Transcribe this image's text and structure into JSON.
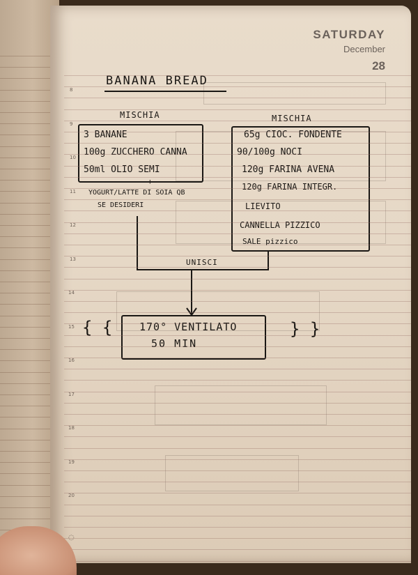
{
  "header": {
    "day": "SATURDAY",
    "month": "December",
    "date": "28"
  },
  "hours": [
    "8",
    "9",
    "10",
    "11",
    "12",
    "13",
    "14",
    "15",
    "16",
    "17",
    "18",
    "19",
    "20"
  ],
  "recipe": {
    "title": "BANANA BREAD",
    "left_group": {
      "label": "MISCHIA",
      "items": [
        "3 BANANE",
        "100g ZUCCHERO CANNA",
        "50ml OLIO SEMI"
      ],
      "plus": "+",
      "note_line1": "YOGURT/LATTE DI SOIA QB",
      "note_line2": "SE DESIDERI"
    },
    "right_group": {
      "label": "MISCHIA",
      "items": [
        "65g CIOC. FONDENTE",
        "90/100g NOCI",
        "120g FARINA AVENA",
        "120g FARINA INTEGR.",
        "LIEVITO",
        "CANNELLA PIZZICO",
        "SALE pizzico"
      ]
    },
    "merge_label": "UNISCI",
    "bake": {
      "line1": "170° VENTILATO",
      "line2": "50 MIN"
    },
    "steam_left": "{ {",
    "steam_right": "} }"
  }
}
